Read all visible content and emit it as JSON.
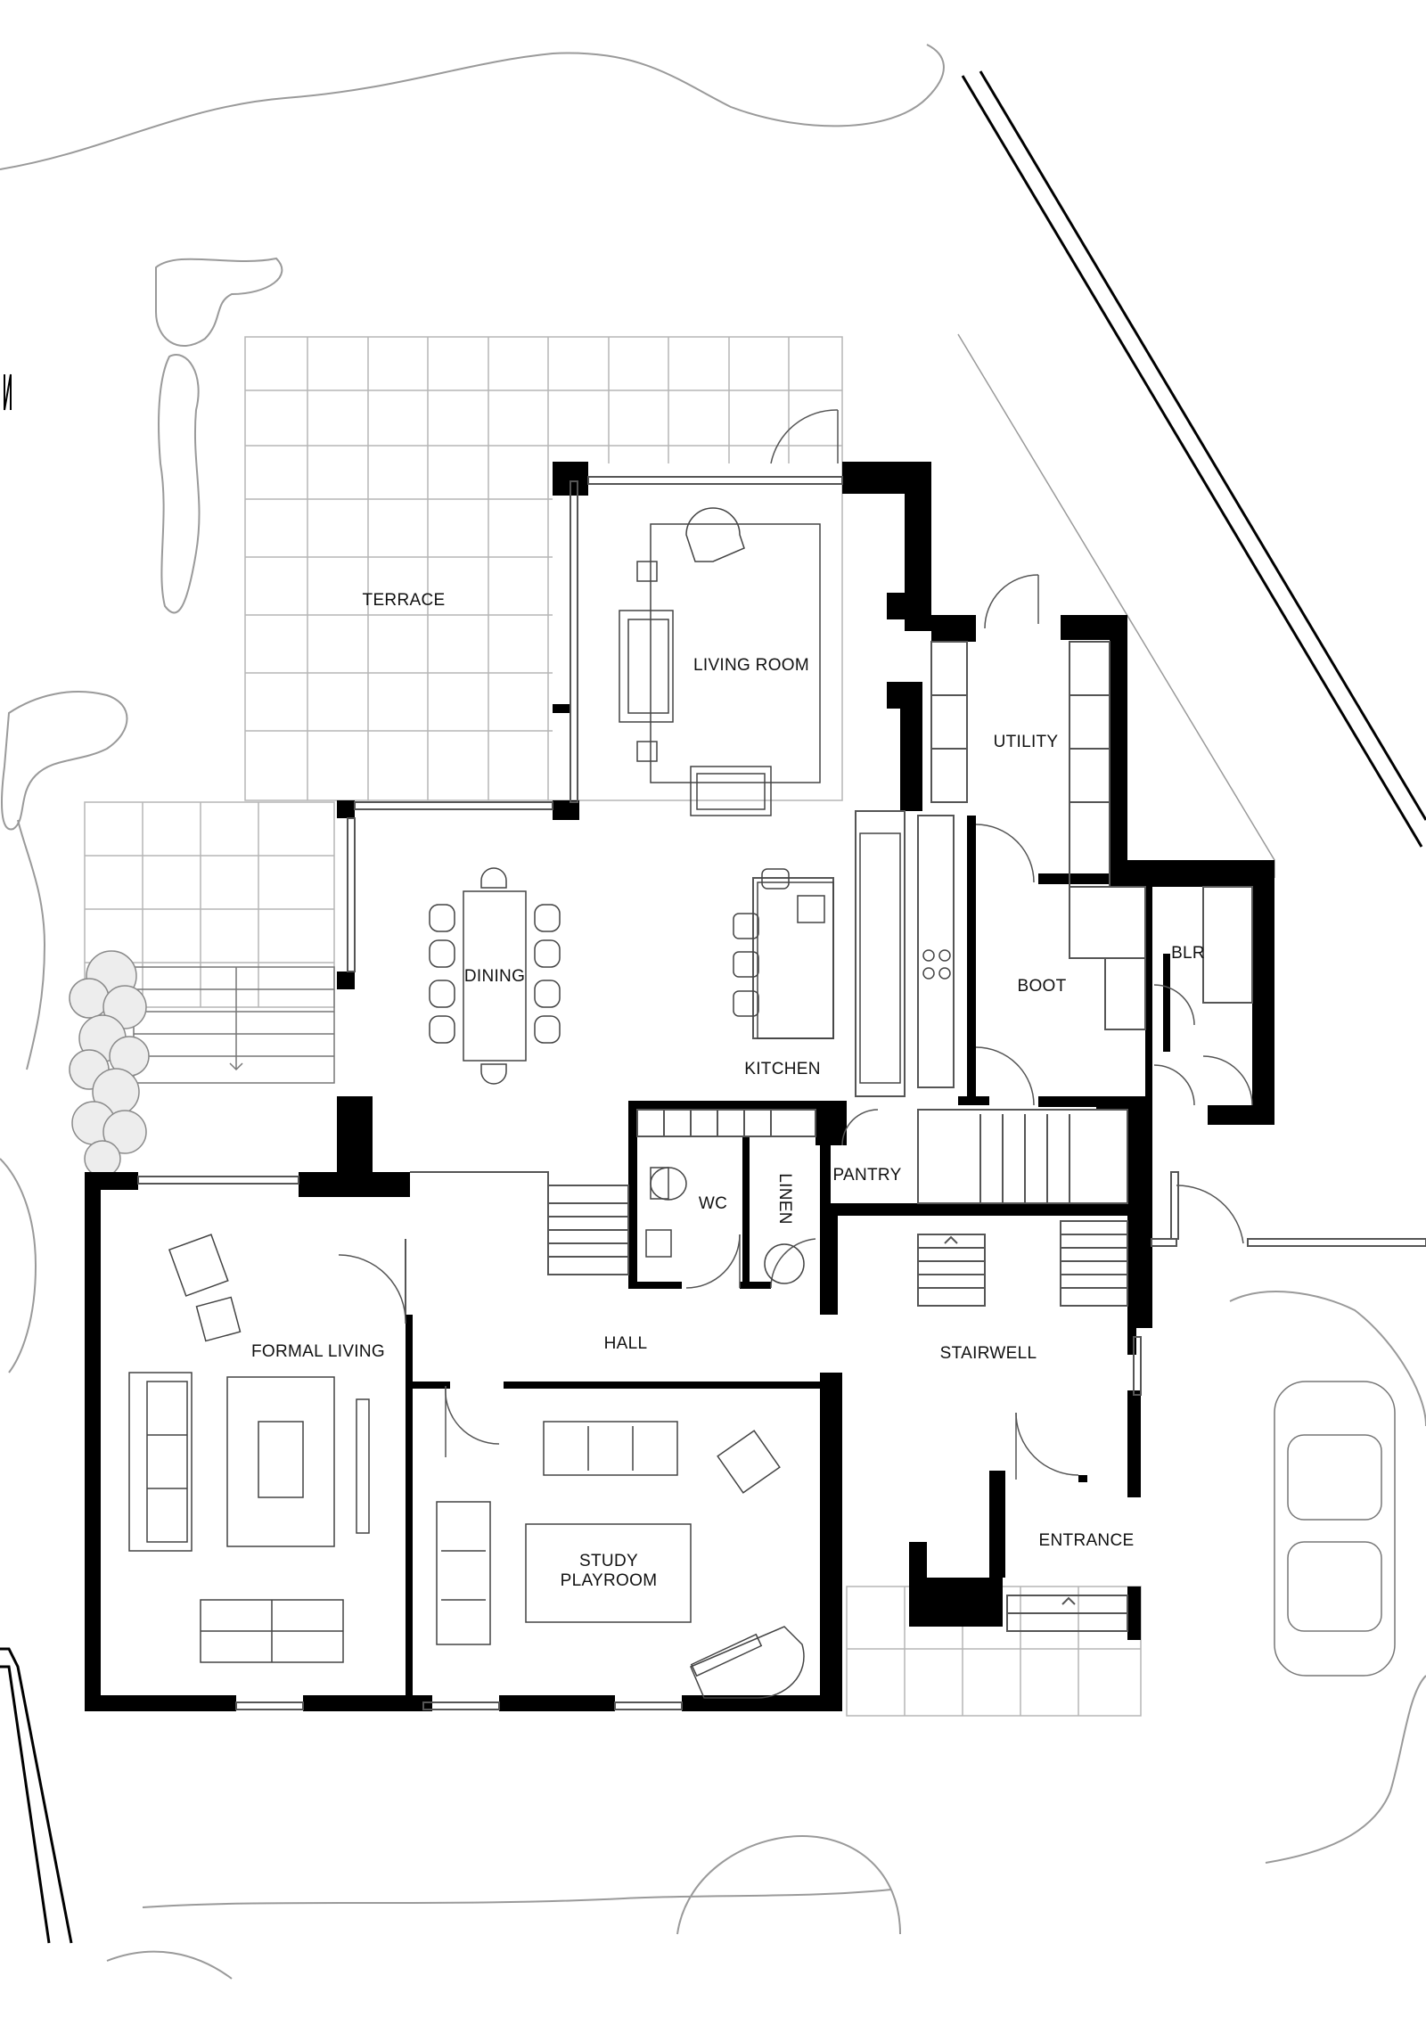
{
  "rooms": {
    "terrace": "TERRACE",
    "living_room": "LIVING ROOM",
    "utility": "UTILITY",
    "blr": "BLR",
    "boot": "BOOT",
    "dining": "DINING",
    "kitchen": "KITCHEN",
    "pantry": "PANTRY",
    "linen": "LINEN",
    "wc": "WC",
    "hall": "HALL",
    "formal_living": "FORMAL LIVING",
    "stairwell": "STAIRWELL",
    "study_playroom": "STUDY\nPLAYROOM",
    "entrance": "ENTRANCE"
  },
  "colors": {
    "wall": "#000000",
    "thin_line": "#555555",
    "site_line": "#9a9a9a",
    "paving": "#b5b5b5",
    "planting": "#8a8a8a"
  },
  "icons": [
    "sofa-icon",
    "armchair-icon",
    "dining-table-icon",
    "chair-icon",
    "sink-icon",
    "hob-icon",
    "toilet-icon",
    "piano-icon",
    "car-icon",
    "planter-icon",
    "stair-icon",
    "door-swing-icon"
  ]
}
